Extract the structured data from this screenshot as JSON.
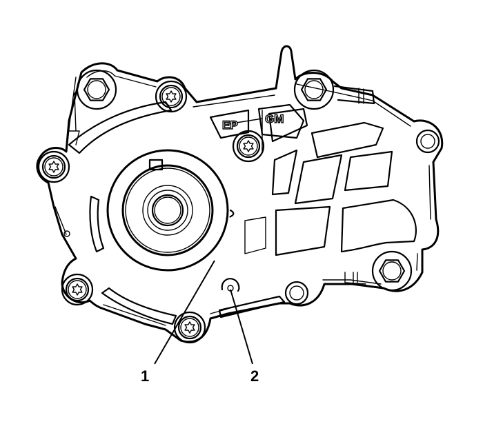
{
  "figure": {
    "subject": "water pump with drive sprocket, rear view",
    "stroke_color": "#000000",
    "background_color": "#ffffff",
    "embossed_marks": [
      "EP",
      "GM"
    ]
  },
  "callouts": [
    {
      "id": "1",
      "label": "1",
      "target": "sprocket"
    },
    {
      "id": "2",
      "label": "2",
      "target": "locating hole"
    }
  ]
}
